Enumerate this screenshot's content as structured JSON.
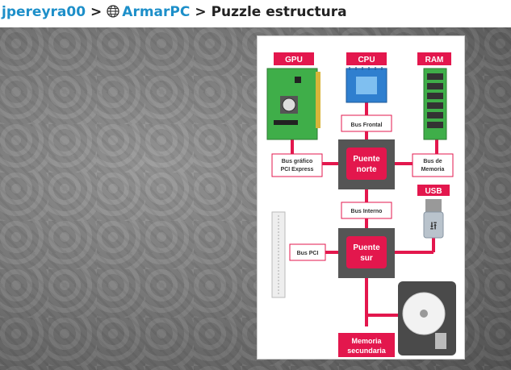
{
  "breadcrumb": {
    "user": "jpereyra00",
    "separator": ">",
    "collection": "ArmarPC",
    "page": "Puzzle estructura"
  },
  "diagram": {
    "gpu": "GPU",
    "cpu": "CPU",
    "ram": "RAM",
    "usb": "USB",
    "bus_frontal": "Bus Frontal",
    "bus_grafico_1": "Bus gráfico",
    "bus_grafico_2": "PCI Express",
    "bus_memoria_1": "Bus de",
    "bus_memoria_2": "Memoria",
    "puente_norte_1": "Puente",
    "puente_norte_2": "norte",
    "bus_interno": "Bus Interno",
    "bus_pci": "Bus PCI",
    "puente_sur_1": "Puente",
    "puente_sur_2": "sur",
    "memoria_1": "Memoria",
    "memoria_2": "secundaria",
    "accent": "#e3174d"
  }
}
